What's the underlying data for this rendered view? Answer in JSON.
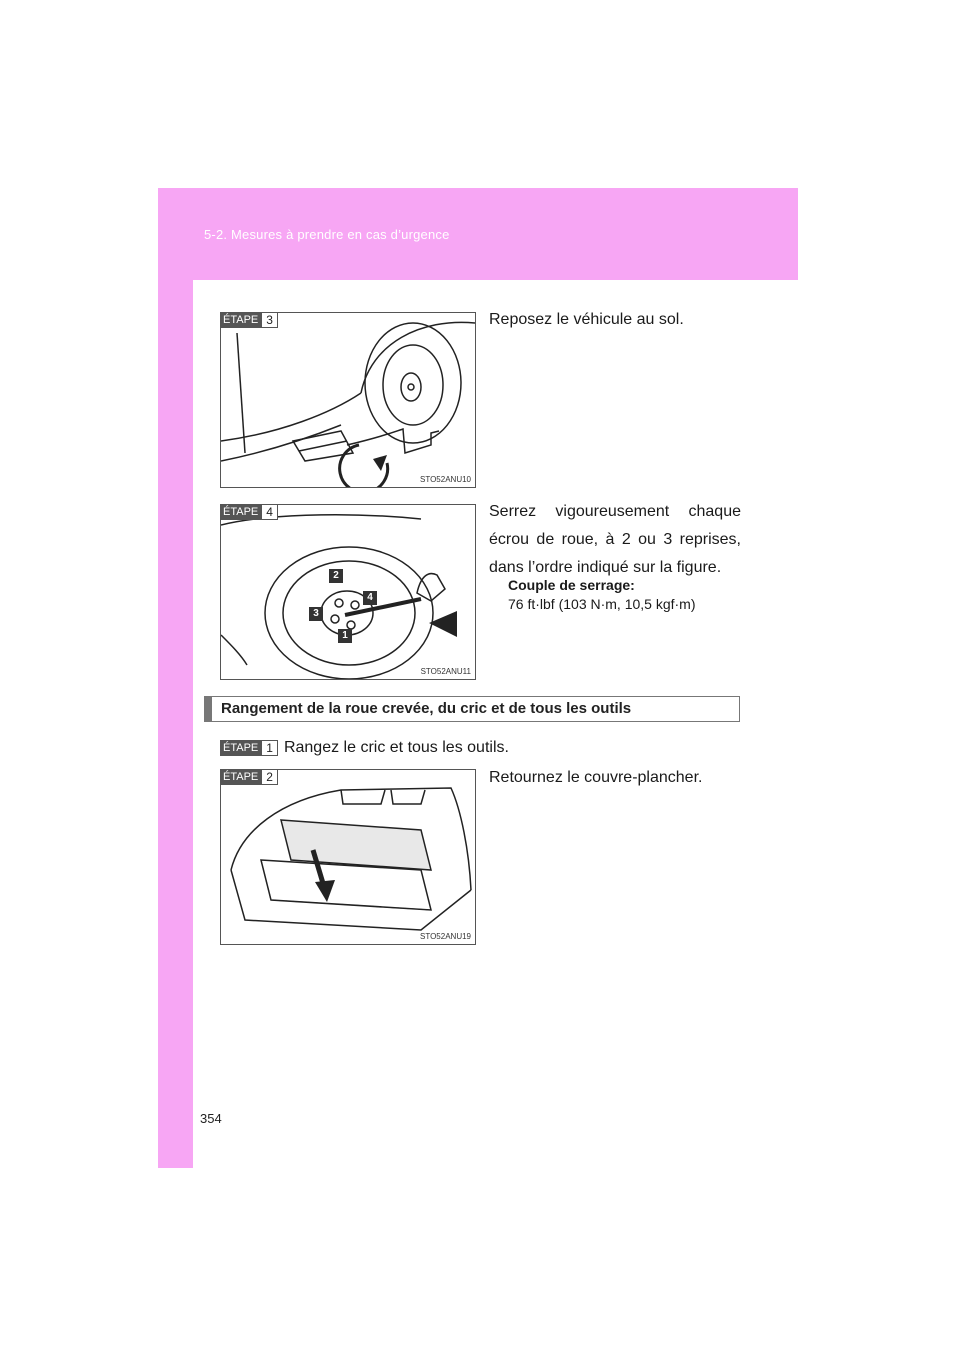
{
  "header": {
    "section": "5-2. Mesures à prendre en cas d’urgence"
  },
  "steps": {
    "etape_label": "ÉTAPE",
    "step3": {
      "num": "3",
      "text": "Reposez le véhicule au sol.",
      "figure_code": "STO52ANU10"
    },
    "step4": {
      "num": "4",
      "text_lines": [
        "Serrez vigoureusement chaque",
        "écrou de roue, à 2 ou 3 reprises,",
        "dans l’ordre indiqué sur la figure."
      ],
      "torque_label": "Couple de serrage:",
      "torque_value": "76 ft·lbf (103 N·m, 10,5 kgf·m)",
      "figure_code": "STO52ANU11",
      "callouts": [
        "1",
        "2",
        "3",
        "4"
      ]
    }
  },
  "section": {
    "heading": "Rangement de la roue crevée, du cric et de tous les outils",
    "step1": {
      "num": "1",
      "text": "Rangez le cric et tous les outils."
    },
    "step2": {
      "num": "2",
      "text": "Retournez le couvre-plancher.",
      "figure_code": "STO52ANU19"
    }
  },
  "page_number": "354"
}
